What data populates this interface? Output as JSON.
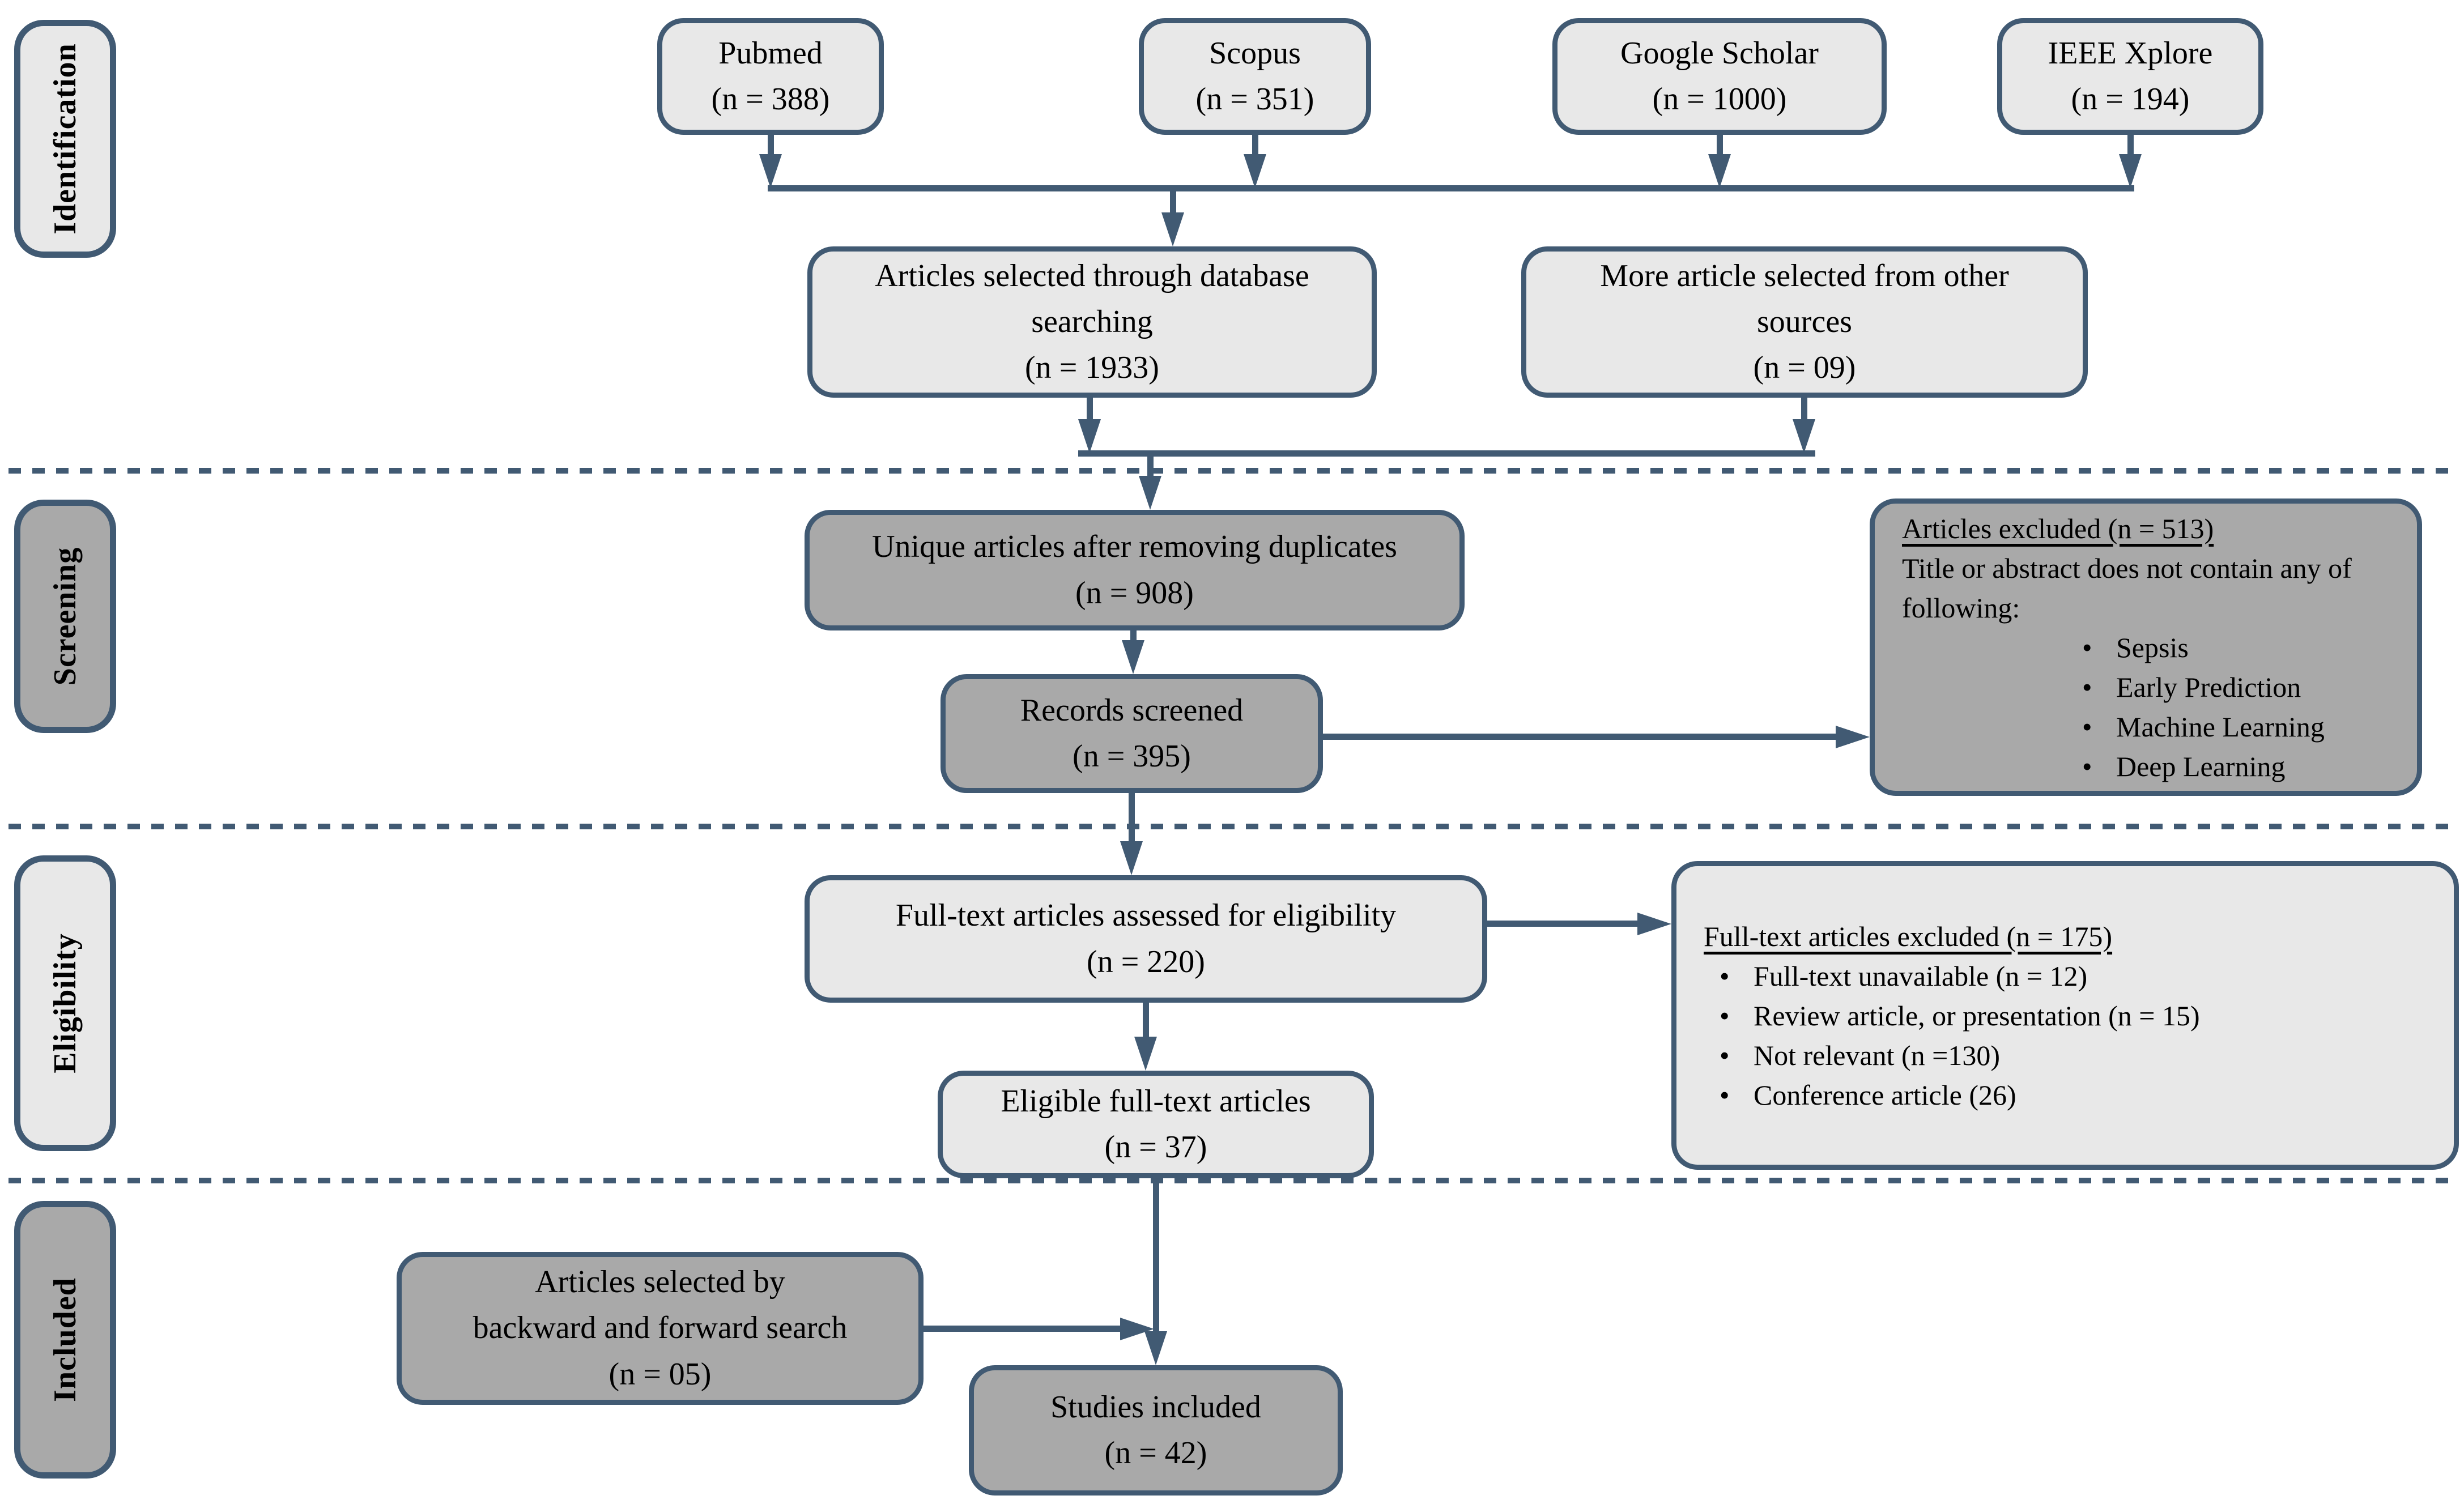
{
  "diagram": {
    "stages": {
      "identification": "Identification",
      "screening": "Screening",
      "eligibility": "Eligibility",
      "included": "Included"
    },
    "sources": [
      {
        "label": "Pubmed\n(n = 388)"
      },
      {
        "label": "Scopus\n(n = 351)"
      },
      {
        "label": "Google Scholar\n(n = 1000)"
      },
      {
        "label": "IEEE Xplore\n(n = 194)"
      }
    ],
    "boxes": {
      "database_search": "Articles selected through database\nsearching\n(n = 1933)",
      "other_sources": "More article selected from other\nsources\n(n = 09)",
      "unique_articles": "Unique articles after removing duplicates\n(n = 908)",
      "records_screened": "Records screened\n(n = 395)",
      "fulltext_assessed": "Full-text articles assessed for eligibility\n(n = 220)",
      "eligible_fulltext": "Eligible full-text articles\n(n = 37)",
      "backward_forward": "Articles selected by\nbackward and forward search\n(n = 05)",
      "studies_included": "Studies included\n(n = 42)"
    },
    "screening_excluded": {
      "heading": "Articles excluded (n = 513)",
      "intro": "Title or abstract does not contain any of following:",
      "bullets": [
        "Sepsis",
        "Early Prediction",
        "Machine Learning",
        "Deep Learning"
      ]
    },
    "eligibility_excluded": {
      "heading": "Full-text articles excluded (n = 175)",
      "bullets": [
        "Full-text unavailable (n = 12)",
        "Review article, or presentation (n = 15)",
        "Not relevant (n =130)",
        "Conference article (26)"
      ]
    },
    "colors": {
      "accent": "#415a73",
      "light_fill": "#e8e8e8",
      "dark_fill": "#a9a9a9"
    }
  }
}
